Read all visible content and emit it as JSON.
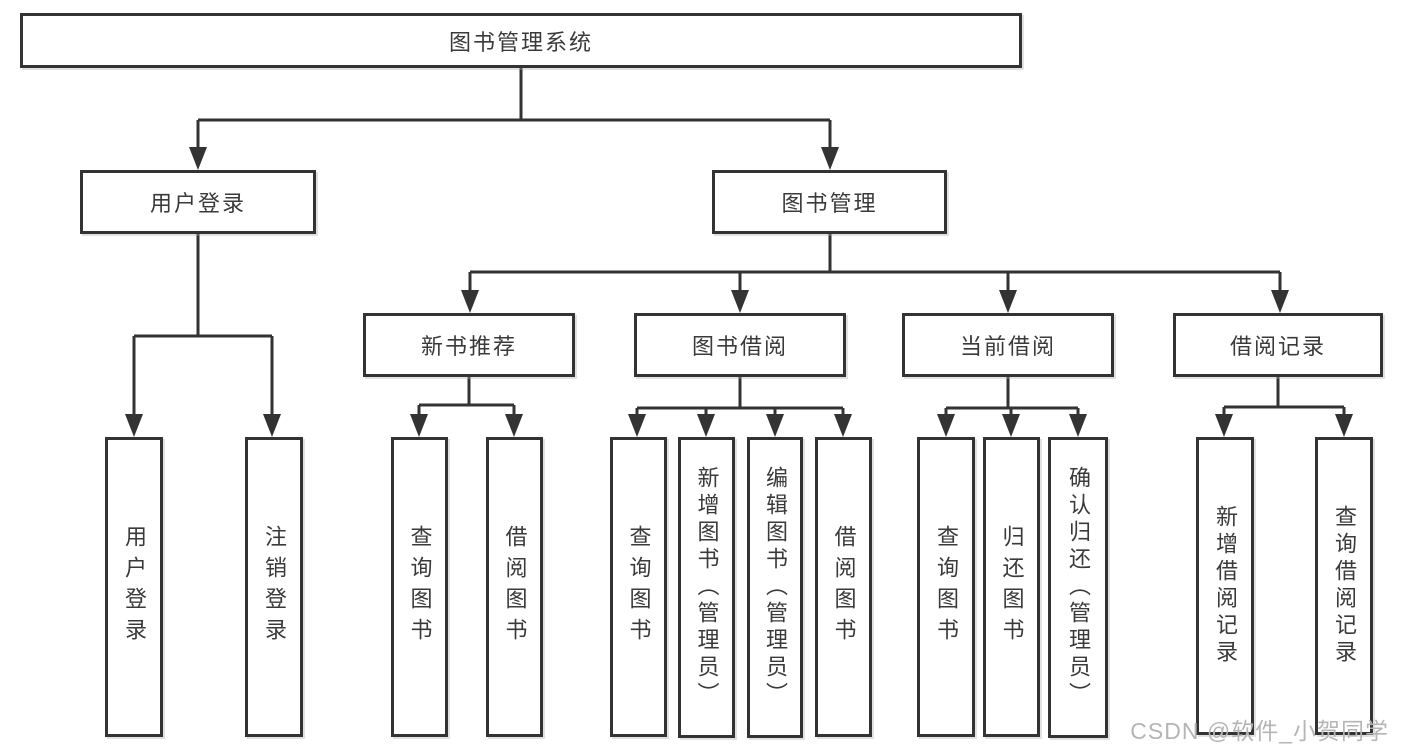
{
  "nodes": {
    "root": "图书管理系统",
    "user_login": "用户登录",
    "book_mgmt": "图书管理",
    "new_books": "新书推荐",
    "book_borrow": "图书借阅",
    "current_borrow": "当前借阅",
    "borrow_records": "借阅记录",
    "login": "用户登录",
    "logout": "注销登录",
    "nb_query": "查询图书",
    "nb_borrow": "借阅图书",
    "bb_query": "查询图书",
    "bb_add": "新增图书（管理员）",
    "bb_edit": "编辑图书（管理员）",
    "bb_borrow": "借阅图书",
    "cb_query": "查询图书",
    "cb_return": "归还图书",
    "cb_confirm": "确认归还（管理员）",
    "rec_add": "新增借阅记录",
    "rec_query": "查询借阅记录"
  },
  "watermark": "CSDN @软件_小贺同学",
  "colors": {
    "line": "#333333",
    "text": "#3a3a3a",
    "watermark": "#b5b5b5",
    "background": "#ffffff"
  }
}
